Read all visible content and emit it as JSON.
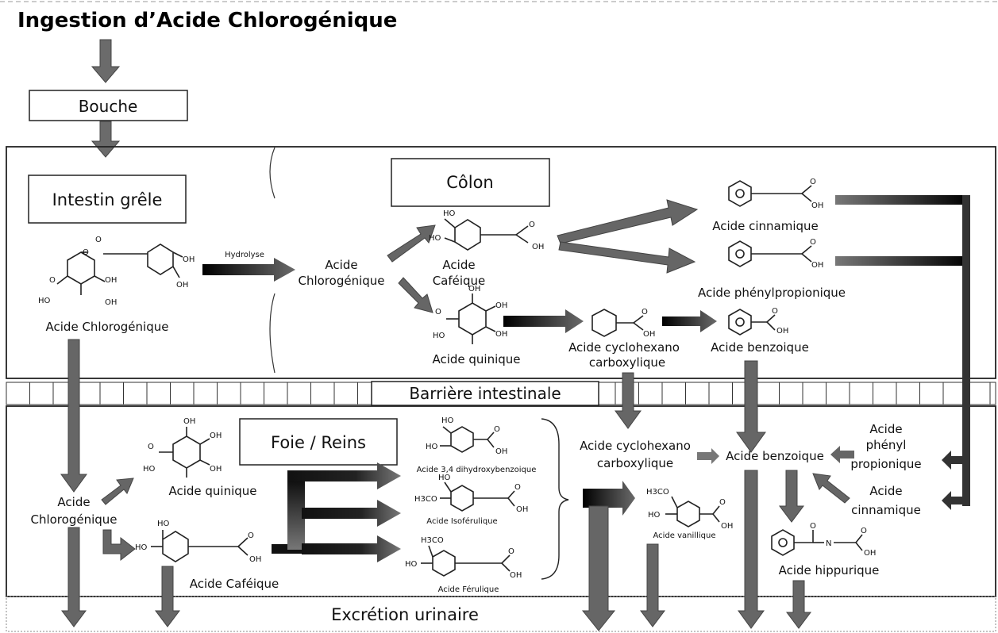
{
  "title": "Ingestion d’Acide Chlorogénique",
  "boxes": {
    "bouche": "Bouche",
    "intestin": "Intestin grêle",
    "colon": "Côlon",
    "barriere": "Barrière intestinale",
    "foie": "Foie / Reins",
    "excretion": "Excrétion urinaire"
  },
  "intestin": {
    "molecule": "Acide Chlorogénique",
    "hydrolyse": "Hydrolyse"
  },
  "colon": {
    "chlorogenique_l1": "Acide",
    "chlorogenique_l2": "Chlorogénique",
    "cafeique_l1": "Acide",
    "cafeique_l2": "Caféique",
    "quinique": "Acide quinique",
    "cinnamique": "Acide cinnamique",
    "phenylpropionique": "Acide phénylpropionique",
    "cyclohexano_l1": "Acide cyclohexano",
    "cyclohexano_l2": "carboxylique",
    "benzoique": "Acide benzoique"
  },
  "foie": {
    "chlorogenique_l1": "Acide",
    "chlorogenique_l2": "Chlorogénique",
    "quinique": "Acide quinique",
    "cafeique": "Acide Caféique",
    "dihydroxy": "Acide 3,4 dihydroxybenzoique",
    "isoferulique": "Acide Isoférulique",
    "ferulique": "Acide Férulique",
    "cyclohexano_l1": "Acide cyclohexano",
    "cyclohexano_l2": "carboxylique",
    "vanillique": "Acide vanillique",
    "benzoique": "Acide benzoique",
    "phenyl_l1": "Acide",
    "phenyl_l2": "phényl",
    "phenyl_l3": "propionique",
    "cinnamique_l1": "Acide",
    "cinnamique_l2": "cinnamique",
    "hippurique": "Acide hippurique"
  },
  "atoms": {
    "ho": "HO",
    "oh": "OH",
    "o": "O",
    "n": "N",
    "h3co": "H3CO"
  }
}
